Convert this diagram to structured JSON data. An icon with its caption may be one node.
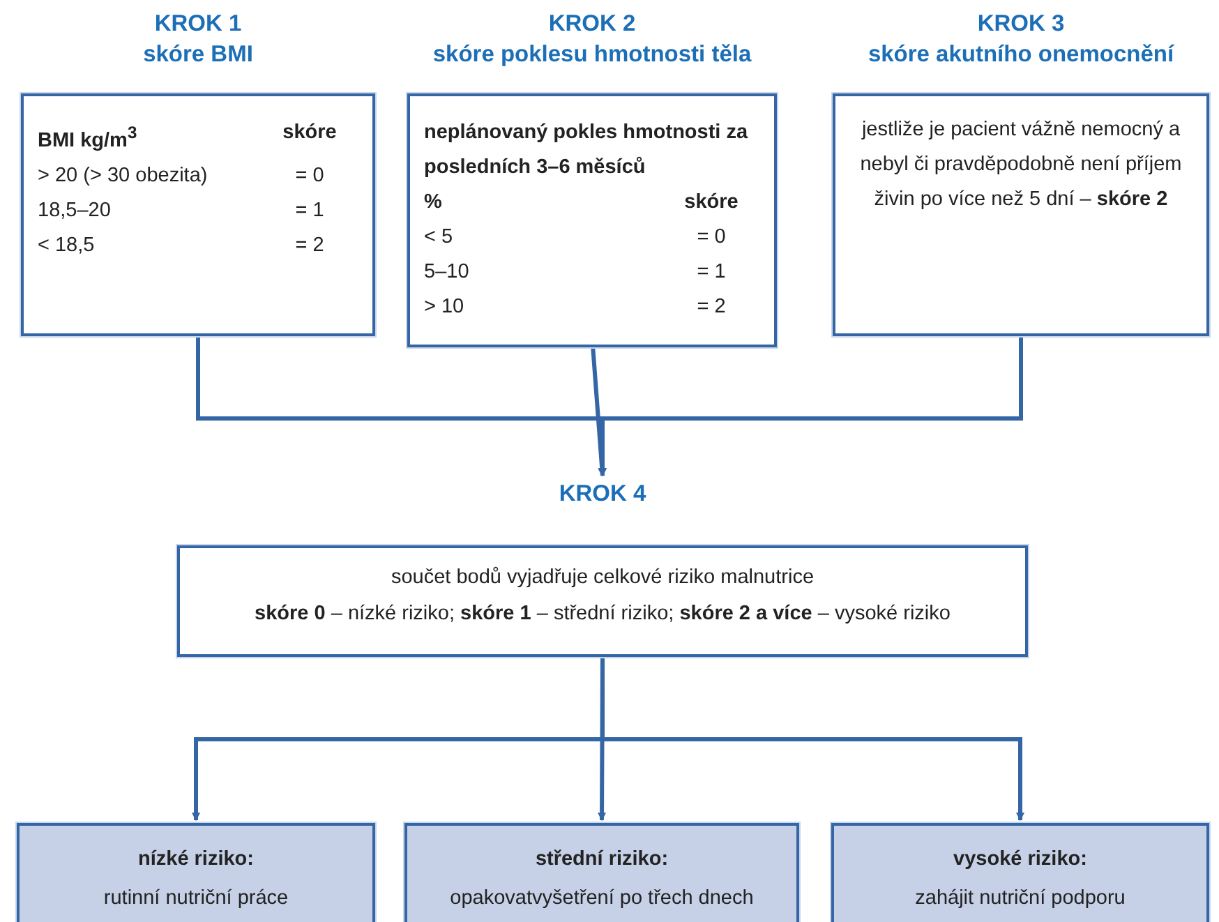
{
  "diagram": {
    "nodes": [
      {
        "text": [
          "KROK 1",
          "skóre BMI",
          "BMI kg/m$^{3}$",
          "skóre",
          "> 20 (> 30 obezita)",
          "= 0",
          "18,5–20",
          "= 1",
          "< 18,5",
          "= 2"
        ]
      },
      {
        "text": [
          "KROK 2",
          "skóre poklesu hmotnosti těla",
          "neplánovaný pokles hmotnosti za posledních 3–6 měsíců",
          "%",
          "skóre",
          "< 5",
          "= 0",
          "5–10",
          "= 1",
          "> 10",
          "= 2"
        ]
      },
      {
        "text": [
          "KROK 3",
          "skóre akutního onemocnění",
          "jestliže je pacient vážně nemocný a nebyl či pravděpodobně není příjem živin po více než 5 dní – **skóre 2**"
        ]
      },
      {
        "text": [
          "KROK 4",
          "součet bodů vyjadřuje celkové riziko malnutrice",
          "**skóre 0** – nízké riziko; **skóre 1** – střední riziko; **skóre 2 a více** – vysoké riziko"
        ]
      },
      {
        "text": [
          "nízké riziko:",
          "rutinní nutriční práce"
        ]
      },
      {
        "text": [
          "střední riziko:",
          "opakovatvyšetření po třech dnech"
        ]
      },
      {
        "text": [
          "vysoké riziko:",
          "zahájit nutriční podporu"
        ]
      }
    ],
    "edges": [
      {
        "from": 0,
        "to": 3,
        "arrow": "to"
      },
      {
        "from": 1,
        "to": 3,
        "arrow": "to"
      },
      {
        "from": 2,
        "to": 3,
        "arrow": "to"
      },
      {
        "from": 3,
        "to": 4,
        "arrow": "to"
      },
      {
        "from": 3,
        "to": 5,
        "arrow": "to"
      },
      {
        "from": 3,
        "to": 6,
        "arrow": "to"
      }
    ]
  }
}
